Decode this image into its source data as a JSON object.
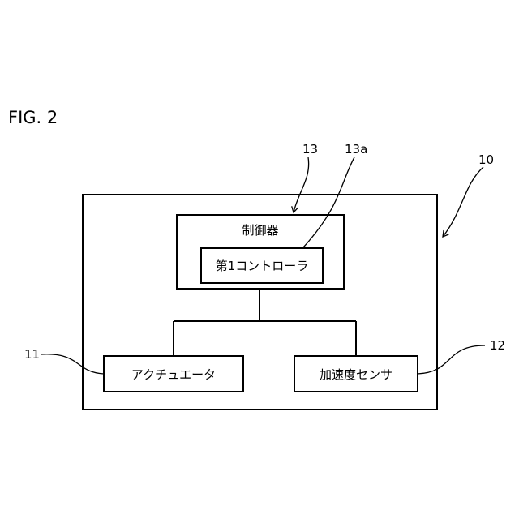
{
  "figure": {
    "title": "FIG. 2"
  },
  "refs": {
    "device": "10",
    "actuator": "11",
    "sensor": "12",
    "controller": "13",
    "first_controller": "13a"
  },
  "boxes": {
    "controller": "制御器",
    "first_controller": "第1コントローラ",
    "actuator": "アクチュエータ",
    "sensor": "加速度センサ"
  },
  "colors": {
    "ink": "#000000",
    "background": "#ffffff"
  }
}
